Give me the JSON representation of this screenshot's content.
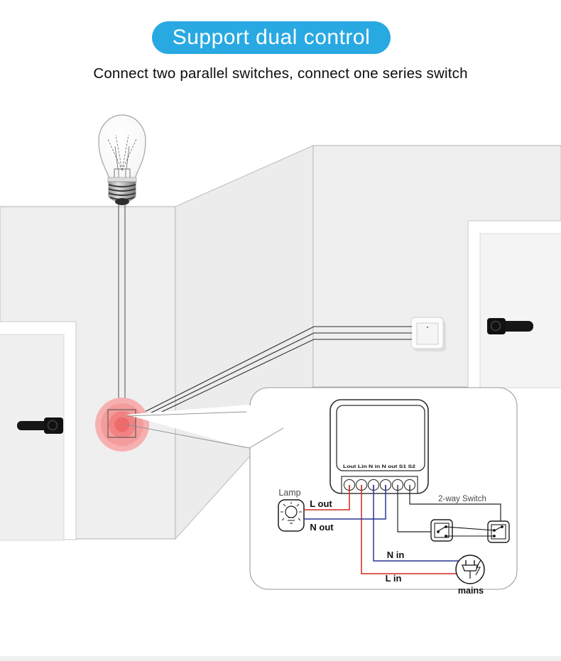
{
  "banner": {
    "title": "Support dual control",
    "bg_color": "#29a9e2",
    "text_color": "#ffffff"
  },
  "subtitle": "Connect two parallel switches, connect one series switch",
  "scene": {
    "items": [
      "light-bulb",
      "left-wall",
      "middle-wall",
      "right-wall",
      "left-door",
      "right-door",
      "wall-switch",
      "smart-switch-location-dot"
    ],
    "dot_colors": [
      "#f7b0b0",
      "#f49c9c",
      "#f18383",
      "#ee6b6b"
    ]
  },
  "diagram": {
    "module": {
      "terminals": [
        "Lout",
        "Lin",
        "N in",
        "N out",
        "S1",
        "S2"
      ],
      "terminals_label": "Lout Lin  N in N out S1  S2"
    },
    "labels": {
      "lamp": "Lamp",
      "l_out": "L out",
      "n_out": "N out",
      "n_in": "N in",
      "l_in": "L in",
      "two_way_switch": "2-way Switch",
      "mains": "mains"
    },
    "wire_colors": {
      "live": "#d0291f",
      "neutral": "#283593",
      "switch_wire": "#222222"
    }
  }
}
